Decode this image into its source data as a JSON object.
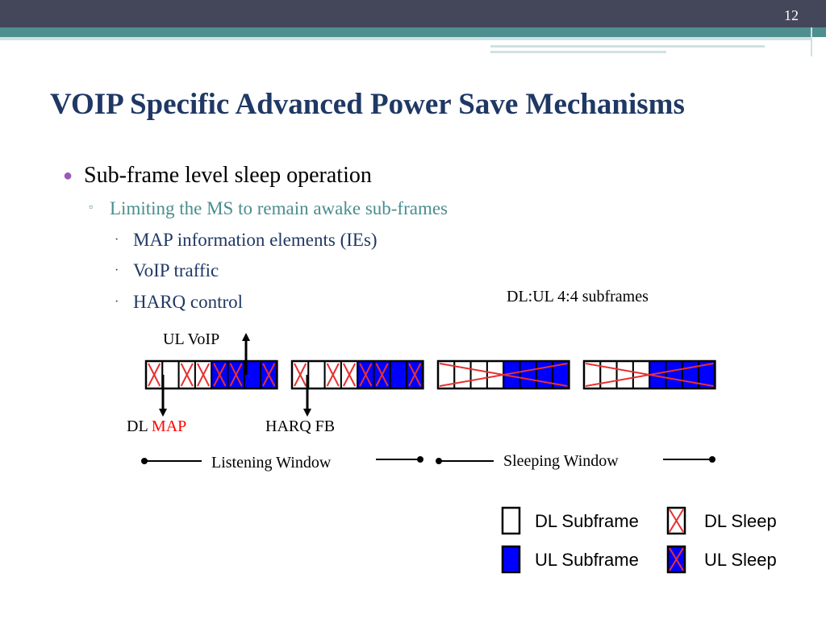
{
  "slide_number": "12",
  "title": "VOIP Specific Advanced Power Save Mechanisms",
  "bullets": {
    "level1": "Sub-frame level sleep operation",
    "level2": "Limiting the MS to remain awake sub-frames",
    "level3": [
      "MAP information elements (IEs)",
      "VoIP traffic",
      "HARQ control"
    ]
  },
  "diagram": {
    "ratio_label": "DL:UL 4:4 subframes",
    "ul_voip_label": "UL VoIP",
    "dl_label": "DL",
    "map_label": "MAP",
    "harq_label": "HARQ FB",
    "listening_window_label": "Listening Window",
    "sleeping_window_label": "Sleeping Window",
    "frames": [
      {
        "cells": [
          {
            "type": "DL",
            "sleep": true
          },
          {
            "type": "DL",
            "sleep": false
          },
          {
            "type": "DL",
            "sleep": true
          },
          {
            "type": "DL",
            "sleep": true
          },
          {
            "type": "UL",
            "sleep": true
          },
          {
            "type": "UL",
            "sleep": true
          },
          {
            "type": "UL",
            "sleep": false
          },
          {
            "type": "UL",
            "sleep": true
          }
        ],
        "full_sleep": false
      },
      {
        "cells": [
          {
            "type": "DL",
            "sleep": true
          },
          {
            "type": "DL",
            "sleep": false
          },
          {
            "type": "DL",
            "sleep": true
          },
          {
            "type": "DL",
            "sleep": true
          },
          {
            "type": "UL",
            "sleep": true
          },
          {
            "type": "UL",
            "sleep": true
          },
          {
            "type": "UL",
            "sleep": false
          },
          {
            "type": "UL",
            "sleep": true
          }
        ],
        "full_sleep": false
      },
      {
        "cells": [
          {
            "type": "DL",
            "sleep": false
          },
          {
            "type": "DL",
            "sleep": false
          },
          {
            "type": "DL",
            "sleep": false
          },
          {
            "type": "DL",
            "sleep": false
          },
          {
            "type": "UL",
            "sleep": false
          },
          {
            "type": "UL",
            "sleep": false
          },
          {
            "type": "UL",
            "sleep": false
          },
          {
            "type": "UL",
            "sleep": false
          }
        ],
        "full_sleep": true
      },
      {
        "cells": [
          {
            "type": "DL",
            "sleep": false
          },
          {
            "type": "DL",
            "sleep": false
          },
          {
            "type": "DL",
            "sleep": false
          },
          {
            "type": "DL",
            "sleep": false
          },
          {
            "type": "UL",
            "sleep": false
          },
          {
            "type": "UL",
            "sleep": false
          },
          {
            "type": "UL",
            "sleep": false
          },
          {
            "type": "UL",
            "sleep": false
          }
        ],
        "full_sleep": true
      }
    ],
    "colors": {
      "ul_fill": "#0000ff",
      "dl_fill": "#ffffff",
      "sleep_x": "#e8302f",
      "map_text": "#ff0000"
    }
  },
  "legend": {
    "dl_subframe": "DL Subframe",
    "dl_sleep": "DL Sleep",
    "ul_subframe": "UL Subframe",
    "ul_sleep": "UL Sleep"
  }
}
